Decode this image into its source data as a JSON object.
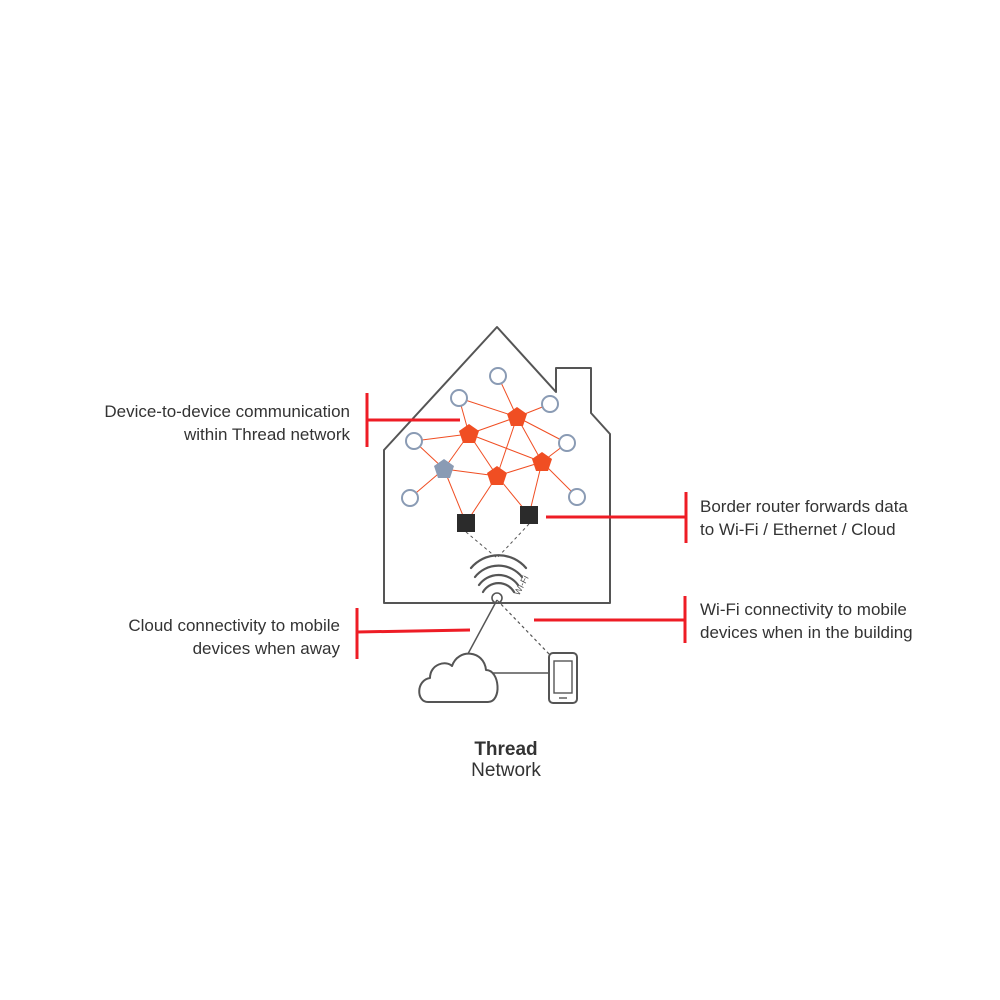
{
  "callouts": {
    "device_to_device": [
      "Device-to-device communication",
      "within Thread network"
    ],
    "border_router": [
      "Border router forwards data",
      "to Wi-Fi / Ethernet / Cloud"
    ],
    "cloud": [
      "Cloud connectivity to mobile",
      "devices when away"
    ],
    "wifi": [
      "Wi-Fi connectivity to mobile",
      "devices when in the building"
    ]
  },
  "wifi_icon": {
    "text": "Wi-Fi"
  },
  "caption": {
    "title": "Thread",
    "subtitle": "Network"
  },
  "colors": {
    "accent": "#ee1c25",
    "router_node": "#f04e23",
    "sleepy_node_stroke": "#8a9bb4",
    "leader_node": "#8a9bb4",
    "border_router": "#2b2b2b",
    "outline": "#555555",
    "text": "#333333"
  }
}
